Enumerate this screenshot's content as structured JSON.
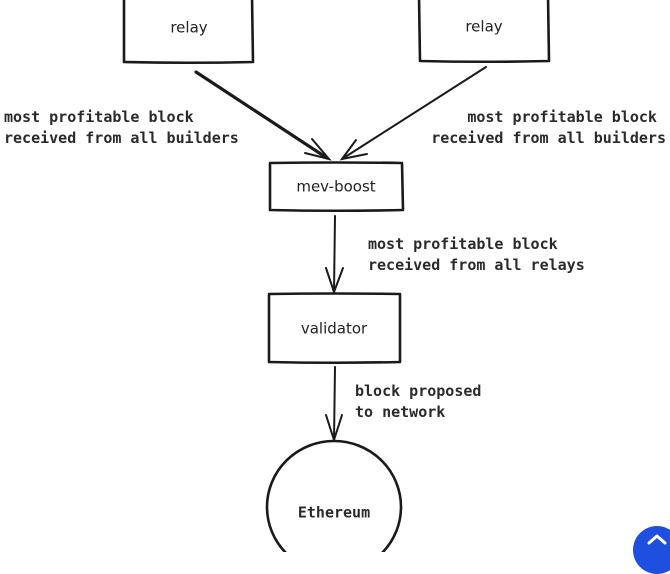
{
  "diagram": {
    "nodes": {
      "relay_left": {
        "label": "relay"
      },
      "relay_right": {
        "label": "relay"
      },
      "mev_boost": {
        "label": "mev-boost"
      },
      "validator": {
        "label": "validator"
      },
      "ethereum": {
        "label": "Ethereum"
      }
    },
    "edges": {
      "left_relay_to_mev": {
        "line1": "most profitable block",
        "line2": "received from all builders"
      },
      "right_relay_to_mev": {
        "line1": "most profitable block",
        "line2": "received from all builders"
      },
      "mev_to_validator": {
        "line1": "most profitable block",
        "line2": "received from all relays"
      },
      "validator_to_ethereum": {
        "line1": "block proposed",
        "line2": "to network"
      }
    }
  },
  "controls": {
    "scroll_top_button": {
      "icon": "chevron-up-icon",
      "color": "#1f4fe0"
    }
  }
}
